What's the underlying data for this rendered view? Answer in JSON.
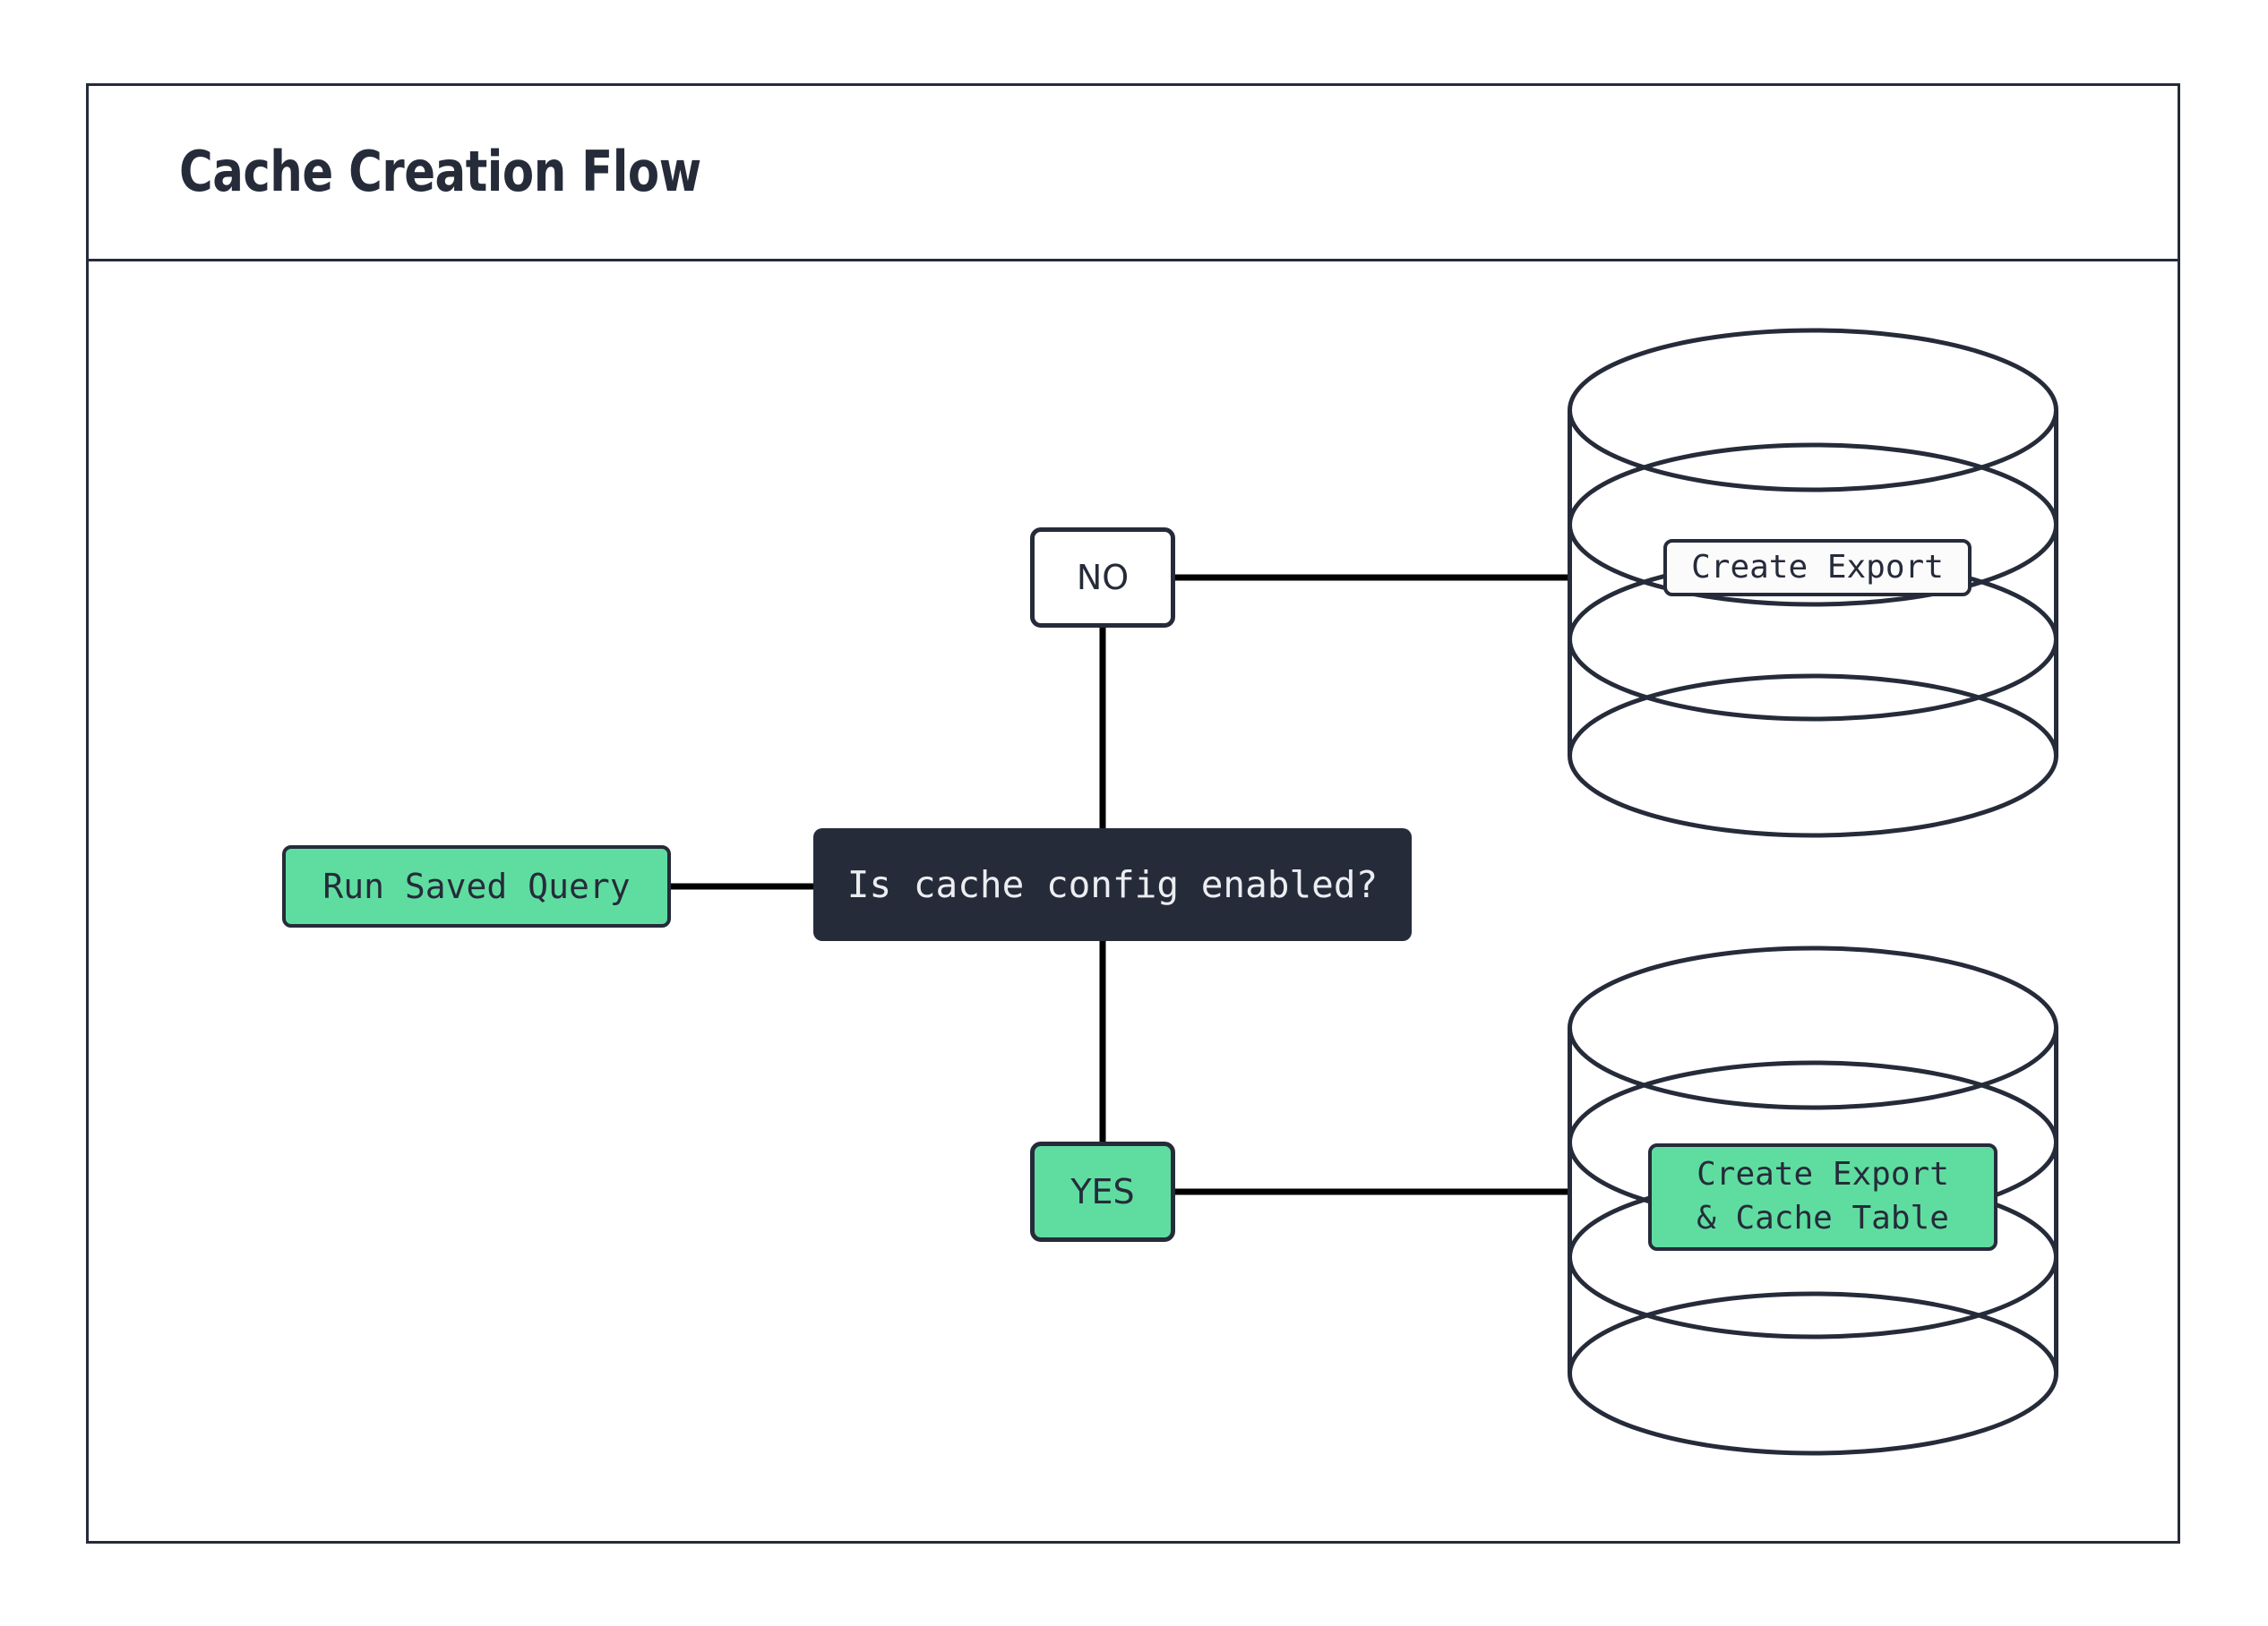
{
  "page": {
    "title": "Cache Creation Flow",
    "background": "#ffffff"
  },
  "colors": {
    "frame_border": "#262B3A",
    "accent_green": "#5FDDA0",
    "dark_node": "#262B3A",
    "dark_node_text": "#ECEDF1",
    "edge_line": "#000000",
    "cylinder_stroke": "#262B3A",
    "label_chip_bg": "#FBFBFC"
  },
  "diagram": {
    "type": "flowchart",
    "direction": "left-to-right",
    "nodes": [
      {
        "id": "run-saved-query",
        "label": "Run Saved Query",
        "shape": "rounded-rect",
        "style": "green",
        "font": "mono"
      },
      {
        "id": "cache-config-decision",
        "label": "Is cache config enabled?",
        "shape": "rounded-rect",
        "style": "dark",
        "font": "mono"
      },
      {
        "id": "branch-no",
        "label": "NO",
        "shape": "rounded-rect",
        "style": "white",
        "font": "sans"
      },
      {
        "id": "branch-yes",
        "label": "YES",
        "shape": "rounded-rect",
        "style": "green",
        "font": "sans"
      },
      {
        "id": "db-create-export",
        "label": "Create Export",
        "shape": "database-cylinder",
        "style": "white-chip",
        "font": "mono"
      },
      {
        "id": "db-create-export-cache-table",
        "label": "Create Export\n& Cache Table",
        "shape": "database-cylinder",
        "style": "green-chip",
        "font": "mono"
      }
    ],
    "edges": [
      {
        "from": "run-saved-query",
        "to": "cache-config-decision",
        "label": ""
      },
      {
        "from": "cache-config-decision",
        "to": "branch-no",
        "label": ""
      },
      {
        "from": "cache-config-decision",
        "to": "branch-yes",
        "label": ""
      },
      {
        "from": "branch-no",
        "to": "db-create-export",
        "label": ""
      },
      {
        "from": "branch-yes",
        "to": "db-create-export-cache-table",
        "label": ""
      }
    ]
  }
}
